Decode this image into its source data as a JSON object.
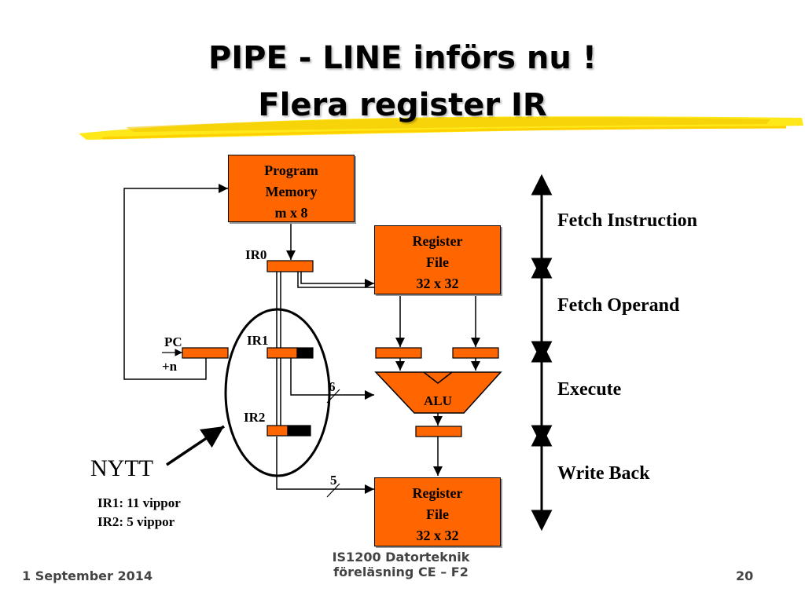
{
  "title": {
    "line1": "PIPE - LINE införs nu !",
    "line2": "Flera register IR"
  },
  "colors": {
    "accent": "#ff6600",
    "highlight_brush": "#ffe600"
  },
  "blocks": {
    "program_memory": [
      "Program",
      "Memory",
      "m x 8"
    ],
    "register_file_top": [
      "Register",
      "File",
      "32 x 32"
    ],
    "register_file_bottom": [
      "Register",
      "File",
      "32 x 32"
    ],
    "alu": "ALU"
  },
  "labels": {
    "ir0": "IR0",
    "ir1": "IR1",
    "ir2": "IR2",
    "pc": "PC",
    "plus_n": "+n",
    "bus6": "6",
    "bus5": "5",
    "nytt": "NYTT",
    "ir1_note": "IR1: 11 vippor",
    "ir2_note": "IR2: 5 vippor"
  },
  "stages": [
    "Fetch Instruction",
    "Fetch Operand",
    "Execute",
    "Write Back"
  ],
  "footer": {
    "date": "1 September 2014",
    "course_line1": "IS1200 Datorteknik",
    "course_line2": "föreläsning CE – F2",
    "page": "20"
  }
}
